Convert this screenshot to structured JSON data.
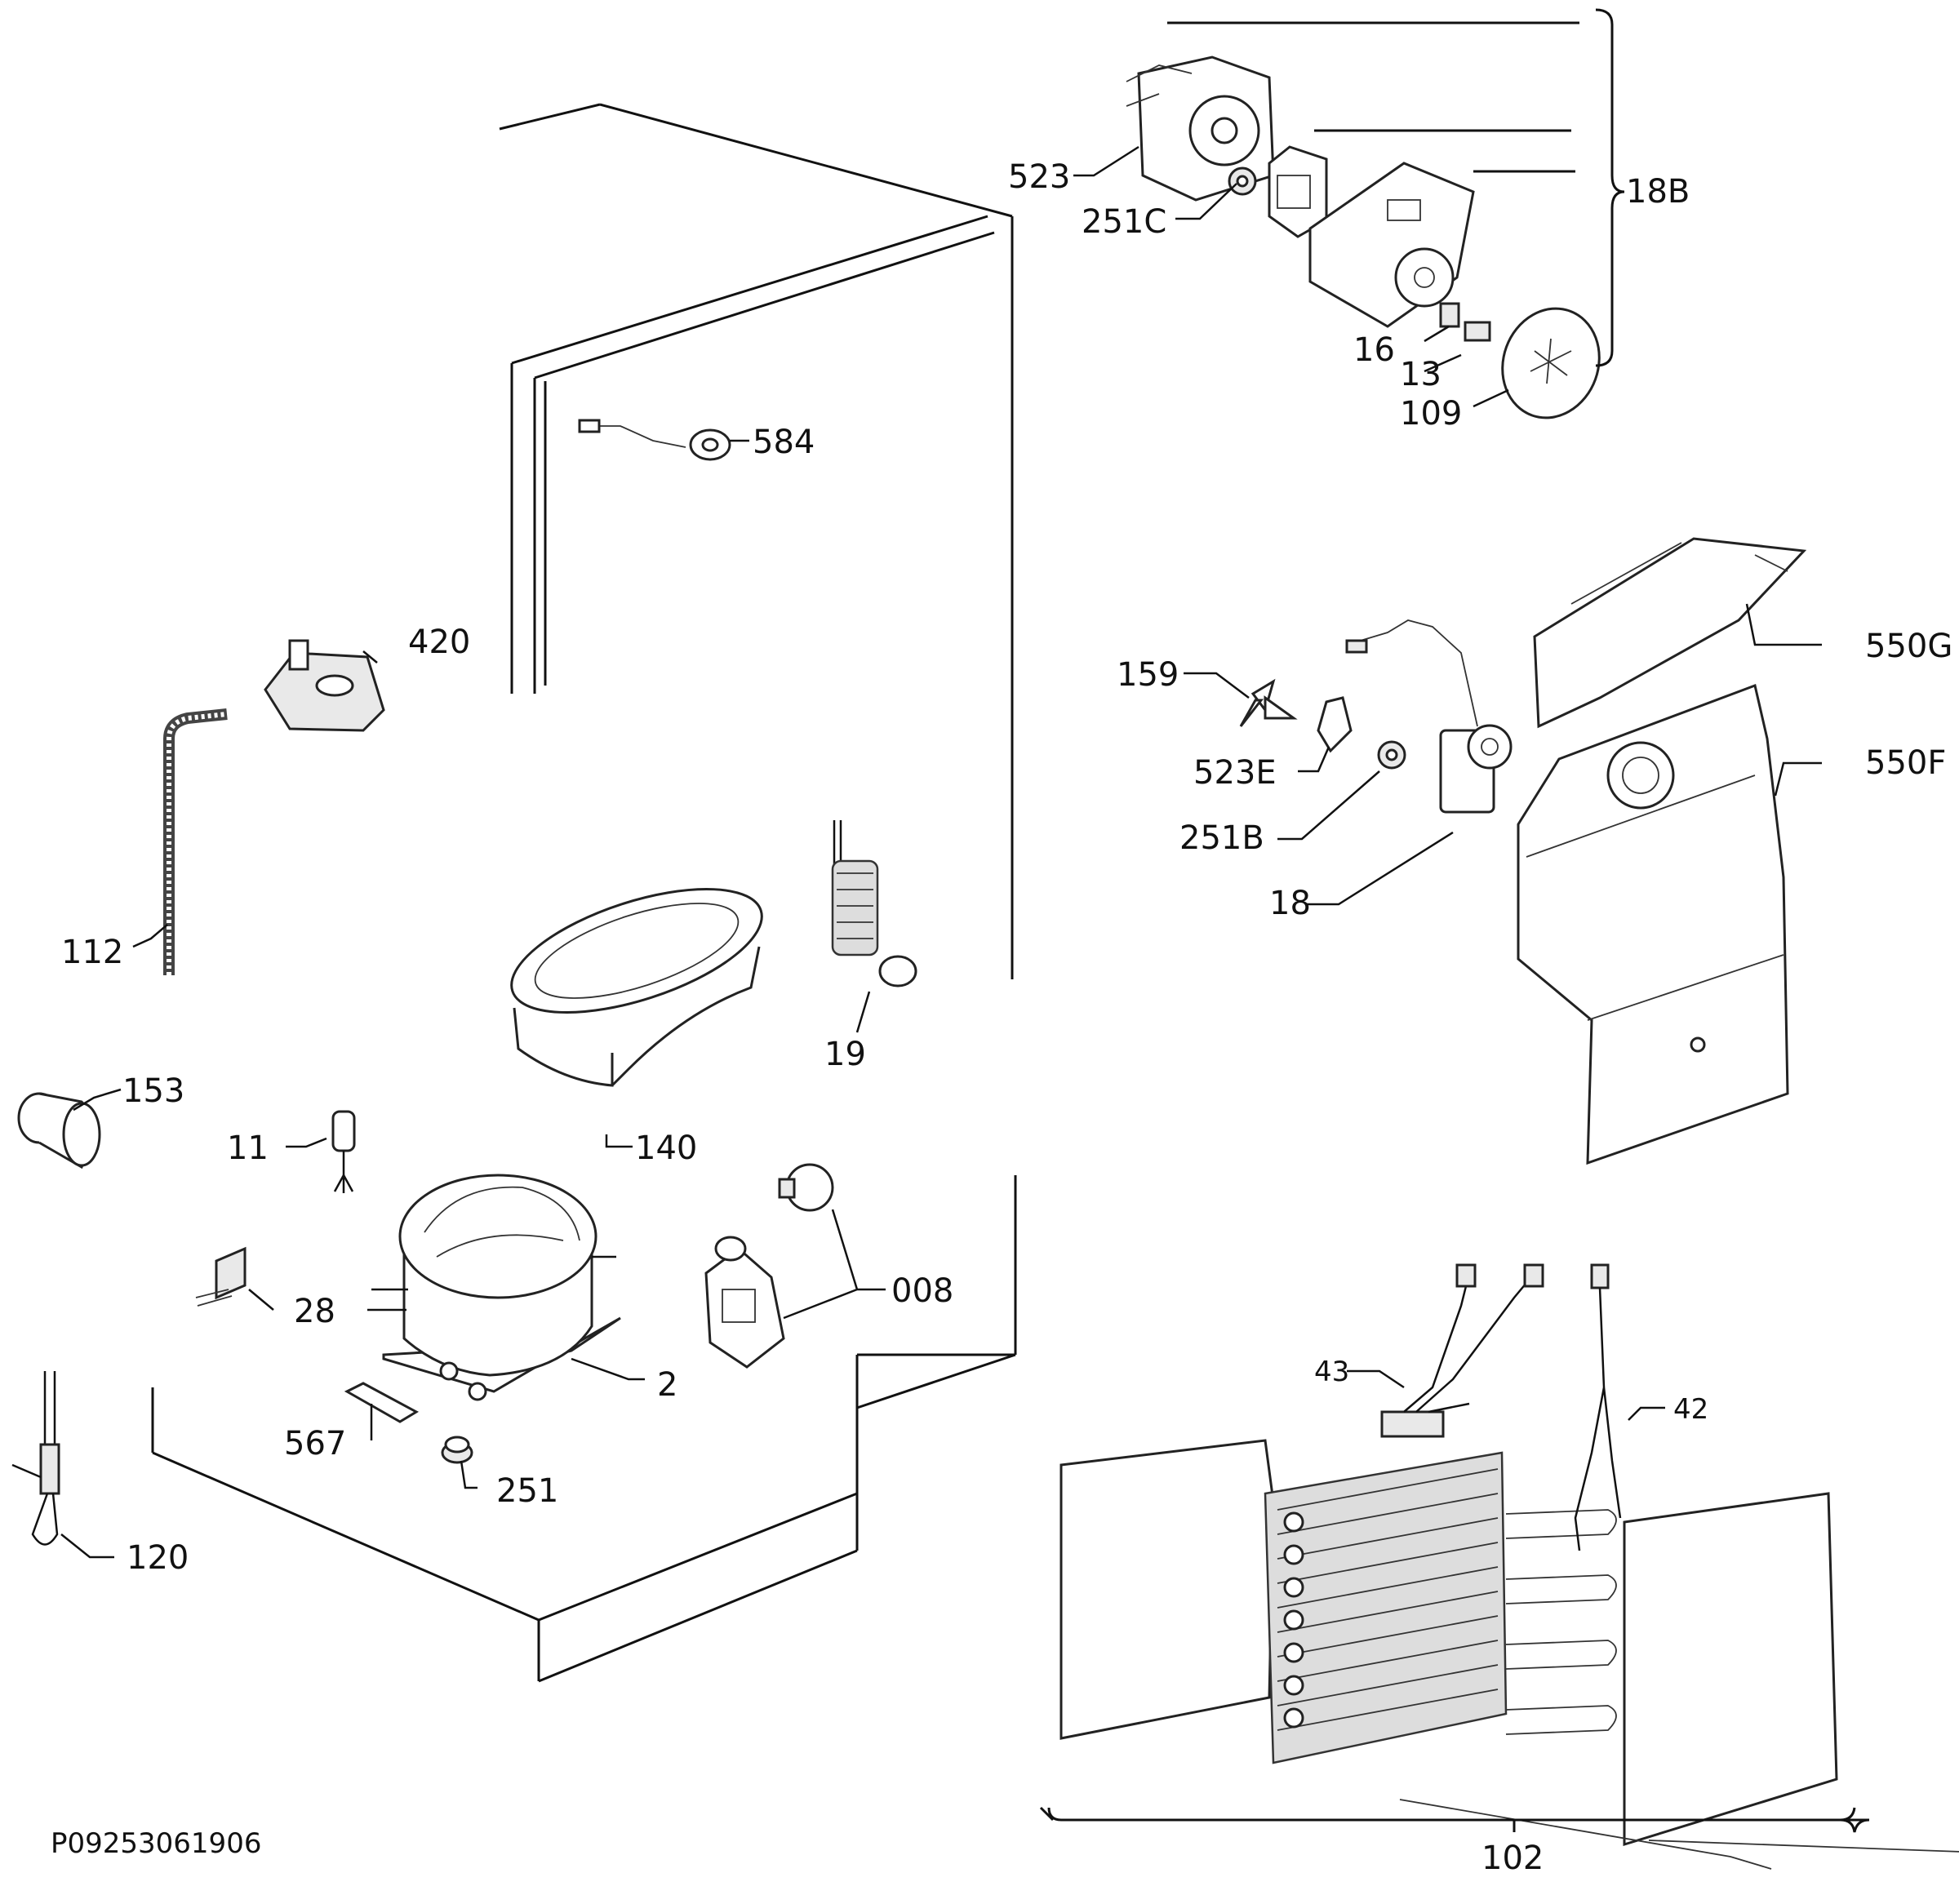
{
  "diagram": {
    "code": "P09253061906",
    "labels": {
      "l523": "523",
      "l251C": "251C",
      "l18B": "18B",
      "l16": "16",
      "l13": "13",
      "l109": "109",
      "l584": "584",
      "l420": "420",
      "l112": "112",
      "l550G": "550G",
      "l159": "159",
      "l523E": "523E",
      "l251B": "251B",
      "l550F": "550F",
      "l18": "18",
      "l19": "19",
      "l153": "153",
      "l11": "11",
      "l140": "140",
      "l008": "008",
      "l28": "28",
      "l2": "2",
      "l567": "567",
      "l251": "251",
      "l120": "120",
      "l43": "43",
      "l42": "42",
      "l102": "102"
    }
  }
}
